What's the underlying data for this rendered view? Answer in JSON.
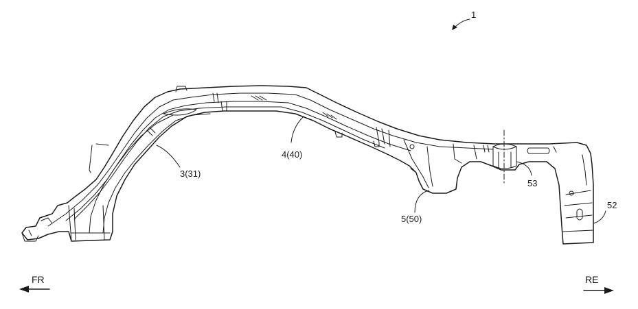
{
  "figure": {
    "ref_number": "1",
    "labels": {
      "part_3": "3(31)",
      "part_4": "4(40)",
      "part_5": "5(50)",
      "part_52": "52",
      "part_53": "53"
    },
    "directions": {
      "front": "FR",
      "rear": "RE"
    }
  }
}
